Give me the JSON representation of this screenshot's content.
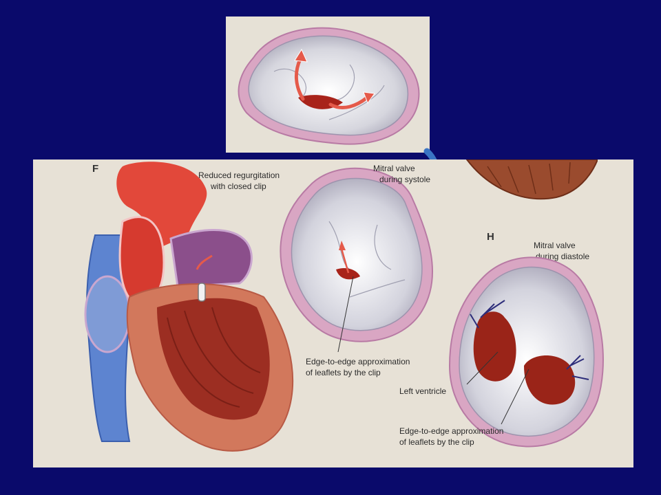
{
  "slide": {
    "background": "#0a0a6b",
    "accent_arrow_color": "#3a74c4",
    "panel_letter_f": "F",
    "panel_letter_h": "H",
    "labels": {
      "reduced_line1": "Reduced regurgitation",
      "reduced_line2": "with closed clip",
      "systole_line1": "Mitral valve",
      "systole_line2": "during systole",
      "diastole_line1": "Mitral valve",
      "diastole_line2": "during diastole",
      "edge_mid_line1": "Edge-to-edge approximation",
      "edge_mid_line2": "of leaflets by the clip",
      "left_ventricle": "Left ventricle",
      "edge_bottom_line1": "Edge-to-edge approximation",
      "edge_bottom_line2": "of leaflets by the clip"
    }
  }
}
